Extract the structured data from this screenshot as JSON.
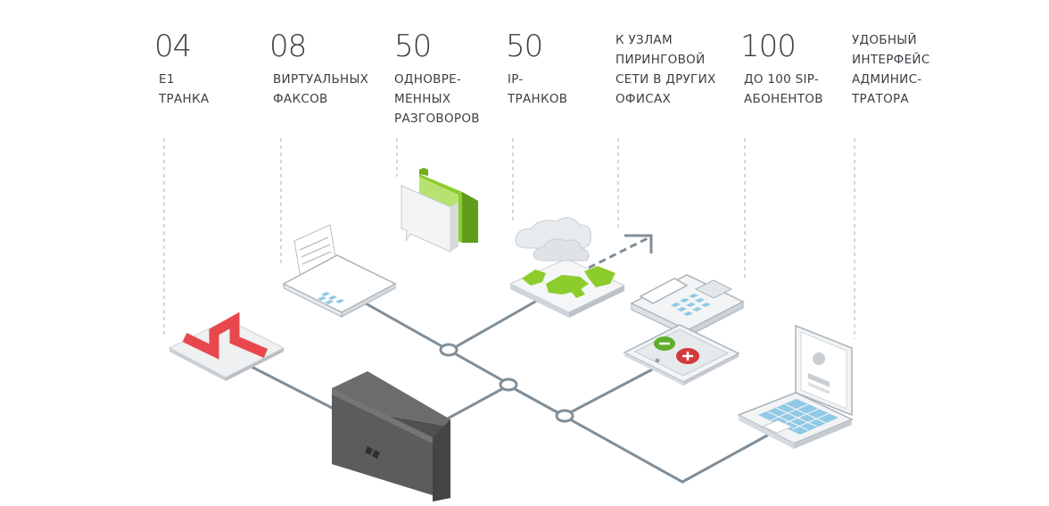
{
  "features": [
    {
      "id": "e1",
      "number": "04",
      "label": "E1\nТРАНКА"
    },
    {
      "id": "fax",
      "number": "08",
      "label": "ВИРТУАЛЬНЫХ\nФАКСОВ"
    },
    {
      "id": "calls",
      "number": "50",
      "label": "ОДНОВРЕ-\nМЕННЫХ\nРАЗГОВОРОВ"
    },
    {
      "id": "ip",
      "number": "50",
      "label": "IP-\nТРАНКОВ"
    },
    {
      "id": "peering",
      "number": "",
      "label": "К УЗЛАМ\nПИРИНГОВОЙ\nСЕТИ В ДРУГИХ\nОФИСАХ"
    },
    {
      "id": "sip",
      "number": "100",
      "label": "ДО 100 SIP-\nАБОНЕНТОВ"
    },
    {
      "id": "admin",
      "number": "",
      "label": "УДОБНЫЙ\nИНТЕРФЕЙС\nАДМИНИС-\nТРАТОРА"
    }
  ],
  "colors": {
    "line": "#7f8e99",
    "red": "#e8484d",
    "green": "#8ccc2c",
    "blue": "#8fc9e6",
    "device": "#5b5c5e"
  },
  "icons": [
    "e1-trunk-icon",
    "fax-icon",
    "chat-icon",
    "cloud-map-icon",
    "arrow-icon",
    "desk-phone-icon",
    "softphone-icon",
    "laptop-icon",
    "pbx-device-icon"
  ]
}
